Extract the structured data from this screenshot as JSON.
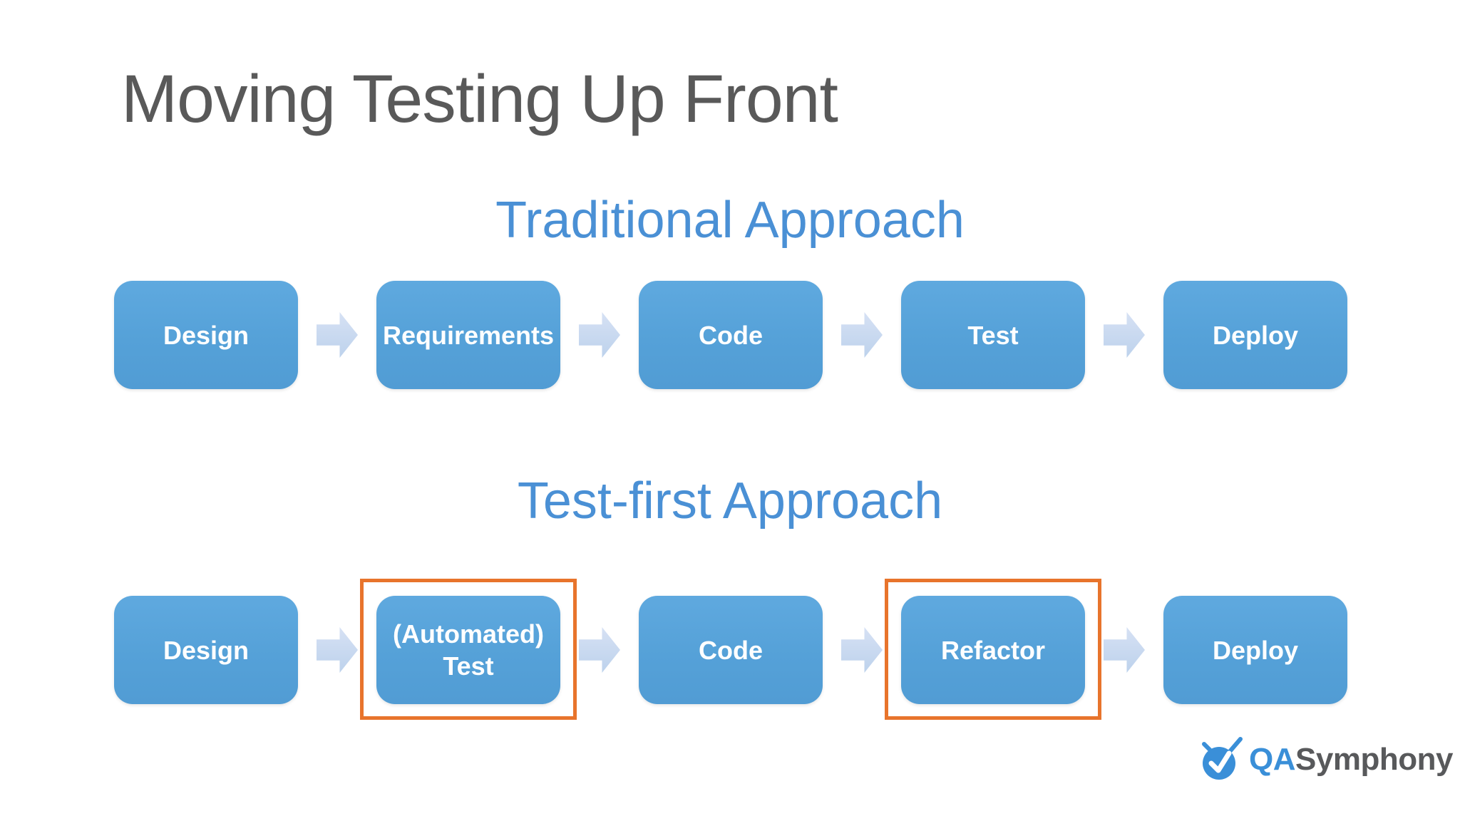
{
  "slide": {
    "title": "Moving Testing Up Front",
    "colors": {
      "background": "#FFFFFF",
      "title_text": "#595959",
      "heading_text": "#4A90D5",
      "box_fill": "#55A1D8",
      "box_text": "#FFFFFF",
      "arrow_fill": "#C5D6EF",
      "highlight_border": "#E8742C",
      "logo_blue": "#3A8FD8",
      "logo_gray": "#58595B"
    },
    "sections": [
      {
        "heading": "Traditional Approach",
        "steps": [
          {
            "label": "Design",
            "highlighted": false
          },
          {
            "label": "Requirements",
            "highlighted": false
          },
          {
            "label": "Code",
            "highlighted": false
          },
          {
            "label": "Test",
            "highlighted": false
          },
          {
            "label": "Deploy",
            "highlighted": false
          }
        ]
      },
      {
        "heading": "Test-first Approach",
        "steps": [
          {
            "label": "Design",
            "highlighted": false
          },
          {
            "label": "(Automated)\nTest",
            "highlighted": true
          },
          {
            "label": "Code",
            "highlighted": false
          },
          {
            "label": "Refactor",
            "highlighted": true
          },
          {
            "label": "Deploy",
            "highlighted": false
          }
        ]
      }
    ],
    "logo": {
      "qa": "QA",
      "symphony": "Symphony"
    }
  }
}
